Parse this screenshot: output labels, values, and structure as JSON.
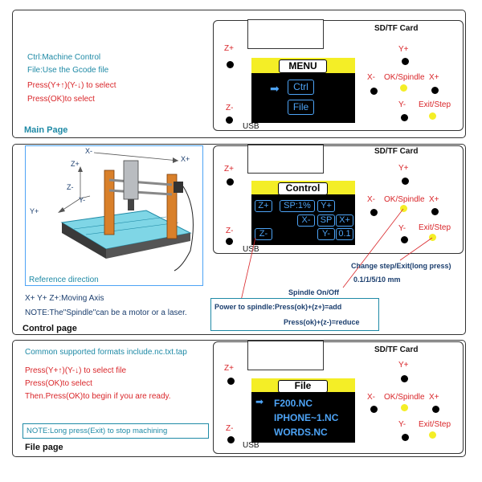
{
  "colors": {
    "red": "#d9262a",
    "teal": "#1f8aa6",
    "navy": "#1b3e6e",
    "yellow": "#f4ee26",
    "lcd_blue": "#4da3f5"
  },
  "controller": {
    "title": "SD/TF Card",
    "z_plus": "Z+",
    "z_minus": "Z-",
    "usb": "USB",
    "y_plus": "Y+",
    "y_minus": "Y-",
    "x_minus": "X-",
    "x_plus": "X+",
    "ok_spindle": "OK/Spindle",
    "exit_step": "Exit/Step"
  },
  "main": {
    "lines": [
      "Ctrl:Machine Control",
      "File:Use the Gcode file"
    ],
    "red_lines": [
      "Press(Y+↑)(Y-↓) to select",
      "Press(OK)to select"
    ],
    "section_label": "Main Page",
    "lcd_title": "MENU",
    "menu_items": [
      "Ctrl",
      "File"
    ],
    "arrow_icon": "right-arrow-icon"
  },
  "control": {
    "axis_labels": {
      "x_minus": "X-",
      "x_plus": "X+",
      "z_plus": "Z+",
      "y_minus": "Y-",
      "y_plus": "Y+",
      "z_minus": "Z-"
    },
    "reference_label": "Reference direction",
    "moving_axis": "X+ Y+ Z+:Moving Axis",
    "note": "NOTE:The\"Spindle\"can be a motor or a laser.",
    "section_label": "Control page",
    "lcd_title": "Control",
    "lcd_items": [
      "Z+",
      "SP:1%",
      "Y+",
      "X-",
      "SP",
      "X+",
      "Z-",
      "Y-",
      "0.1"
    ],
    "change_step": "Change step/Exit(long press)",
    "step_values": "0.1/1/5/10 mm",
    "spindle_onoff": "Spindle On/Off",
    "power_line1": "Power to spindle:Press(ok)+(z+)=add",
    "power_line2": "Press(ok)+(z-)=reduce"
  },
  "file": {
    "formats": "Common supported formats include.nc.txt.tap",
    "red_lines": [
      "Press(Y+↑)(Y-↓) to select file",
      "Press(OK)to select",
      "Then.Press(OK)to begin if you are ready."
    ],
    "note": "NOTE:Long press(Exit) to stop machining",
    "section_label": "File page",
    "lcd_title": "File",
    "files": [
      "F200.NC",
      "IPHONE~1.NC",
      "WORDS.NC"
    ]
  }
}
